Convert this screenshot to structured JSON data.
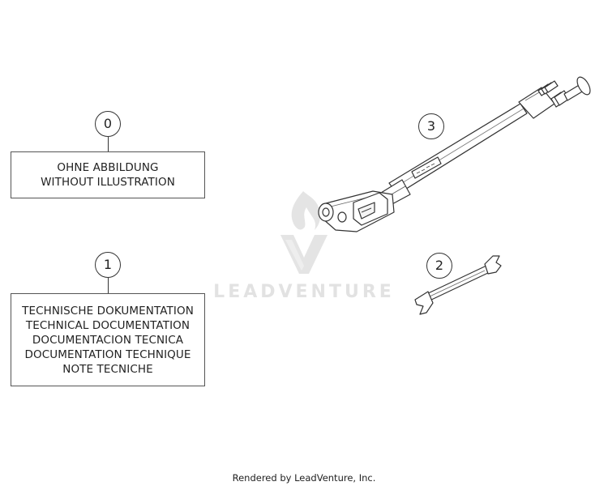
{
  "callouts": {
    "c0": "0",
    "c1": "1",
    "c2": "2",
    "c3": "3"
  },
  "box0": {
    "lines": [
      "OHNE ABBILDUNG",
      "WITHOUT ILLUSTRATION"
    ]
  },
  "box1": {
    "lines": [
      "TECHNISCHE DOKUMENTATION",
      "TECHNICAL DOCUMENTATION",
      "DOCUMENTACION TECNICA",
      "DOCUMENTATION TECHNIQUE",
      "NOTE TECNICHE"
    ]
  },
  "watermark": {
    "text": "LEADVENTURE"
  },
  "footer": {
    "text": "Rendered by LeadVenture, Inc."
  },
  "parts": {
    "part2_icon": "open-end-wrench-icon",
    "part3_icon": "torque-wrench-icon"
  },
  "colors": {
    "line": "#333333",
    "watermark": "#d9d9d9"
  }
}
